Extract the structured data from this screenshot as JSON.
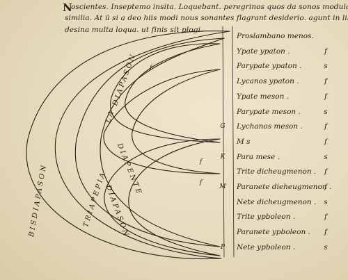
{
  "header": {
    "initial": "N",
    "line1": "oscientes. Inseptemo insita. Loquebant. peregrinos quos da sonos modulantes. e",
    "line2": "similia. At ü si a deo hiis modi nous sonantes flagrant desiderio. agunt in liba",
    "line3": "desina multa loqua. ut finis sit plogi."
  },
  "arc_labels": {
    "bis_diapason": "BISDIAPASON",
    "triapente": "TRIAPEPIA",
    "diapason_upper": "DIAPASON",
    "diapason_lower": "DIAPASON",
    "diapente": "DIAPENTE",
    "la": "LA"
  },
  "arc_marks": {
    "f1": "f",
    "f2": "f",
    "f3": "f"
  },
  "notes": [
    {
      "index": "",
      "label": "Proslambano menos.",
      "symbol": ""
    },
    {
      "index": "",
      "label": "Ypate ypaton .",
      "symbol": "f"
    },
    {
      "index": "",
      "label": "Parypate ypaton .",
      "symbol": "s"
    },
    {
      "index": "",
      "label": "Lycanos ypaton .",
      "symbol": "f"
    },
    {
      "index": "",
      "label": "Ypate meson .",
      "symbol": "f"
    },
    {
      "index": "",
      "label": "Parypate meson .",
      "symbol": "s"
    },
    {
      "index": "G",
      "label": "Lychanos meson .",
      "symbol": "f"
    },
    {
      "index": "",
      "label": "M  s",
      "symbol": "f"
    },
    {
      "index": "K",
      "label": "Para mese .",
      "symbol": "s"
    },
    {
      "index": "",
      "label": "Trite dicheugmenon .",
      "symbol": "f"
    },
    {
      "index": "M",
      "label": "Paranete dieheugmenon .",
      "symbol": "f"
    },
    {
      "index": "",
      "label": "Nete dicheugmenon .",
      "symbol": "s"
    },
    {
      "index": "",
      "label": "Trite ypboleon .",
      "symbol": "f"
    },
    {
      "index": "",
      "label": "Paranete ypboleon .",
      "symbol": "f"
    },
    {
      "index": "P",
      "label": "Nete ypboleon .",
      "symbol": "s"
    }
  ],
  "colors": {
    "ink": "#2a1f14",
    "parchment": "#e7dcc0"
  }
}
